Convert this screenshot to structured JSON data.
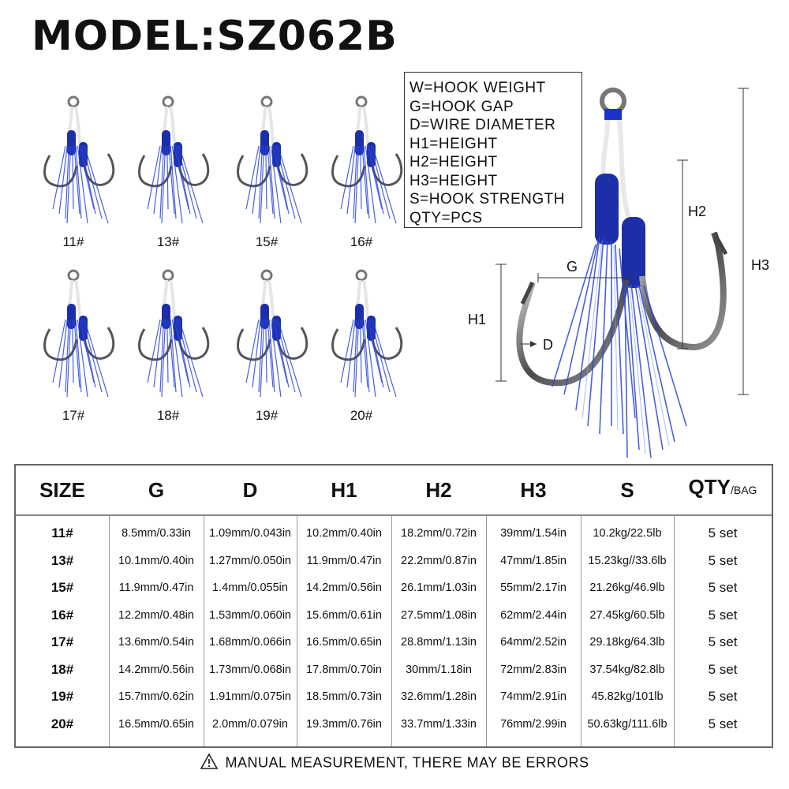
{
  "title": "MODEL:SZ062B",
  "hook_sizes": [
    "11#",
    "13#",
    "15#",
    "16#",
    "17#",
    "18#",
    "19#",
    "20#"
  ],
  "legend": [
    "W=HOOK WEIGHT",
    "G=HOOK GAP",
    "D=WIRE DIAMETER",
    "H1=HEIGHT",
    "H2=HEIGHT",
    "H3=HEIGHT",
    "S=HOOK STRENGTH",
    "QTY=PCS"
  ],
  "diagram_labels": {
    "g": "G",
    "d": "D",
    "h1": "H1",
    "h2": "H2",
    "h3": "H3"
  },
  "colors": {
    "tinsel": "#1a33c8",
    "steel": "#555555",
    "border": "#666666"
  },
  "table": {
    "headers": {
      "size": "SIZE",
      "g": "G",
      "d": "D",
      "h1": "H1",
      "h2": "H2",
      "h3": "H3",
      "s": "S",
      "qty": "QTY",
      "qty_unit": "/BAG"
    },
    "rows": [
      {
        "size": "11#",
        "g": "8.5mm/0.33in",
        "d": "1.09mm/0.043in",
        "h1": "10.2mm/0.40in",
        "h2": "18.2mm/0.72in",
        "h3": "39mm/1.54in",
        "s": "10.2kg/22.5lb",
        "qty": "5 set"
      },
      {
        "size": "13#",
        "g": "10.1mm/0.40in",
        "d": "1.27mm/0.050in",
        "h1": "11.9mm/0.47in",
        "h2": "22.2mm/0.87in",
        "h3": "47mm/1.85in",
        "s": "15.23kg//33.6lb",
        "qty": "5 set"
      },
      {
        "size": "15#",
        "g": "11.9mm/0.47in",
        "d": "1.4mm/0.055in",
        "h1": "14.2mm/0.56in",
        "h2": "26.1mm/1.03in",
        "h3": "55mm/2.17in",
        "s": "21.26kg/46.9lb",
        "qty": "5 set"
      },
      {
        "size": "16#",
        "g": "12.2mm/0.48in",
        "d": "1.53mm/0.060in",
        "h1": "15.6mm/0.61in",
        "h2": "27.5mm/1.08in",
        "h3": "62mm/2.44in",
        "s": "27.45kg/60.5lb",
        "qty": "5 set"
      },
      {
        "size": "17#",
        "g": "13.6mm/0.54in",
        "d": "1.68mm/0.066in",
        "h1": "16.5mm/0.65in",
        "h2": "28.8mm/1.13in",
        "h3": "64mm/2.52in",
        "s": "29.18kg/64.3lb",
        "qty": "5 set"
      },
      {
        "size": "18#",
        "g": "14.2mm/0.56in",
        "d": "1.73mm/0.068in",
        "h1": "17.8mm/0.70in",
        "h2": "30mm/1.18in",
        "h3": "72mm/2.83in",
        "s": "37.54kg/82.8lb",
        "qty": "5 set"
      },
      {
        "size": "19#",
        "g": "15.7mm/0.62in",
        "d": "1.91mm/0.075in",
        "h1": "18.5mm/0.73in",
        "h2": "32.6mm/1.28in",
        "h3": "74mm/2.91in",
        "s": "45.82kg/101lb",
        "qty": "5 set"
      },
      {
        "size": "20#",
        "g": "16.5mm/0.65in",
        "d": "2.0mm/0.079in",
        "h1": "19.3mm/0.76in",
        "h2": "33.7mm/1.33in",
        "h3": "76mm/2.99in",
        "s": "50.63kg/111.6lb",
        "qty": "5 set"
      }
    ]
  },
  "footer": "MANUAL MEASUREMENT, THERE MAY BE ERRORS",
  "icons": {
    "footer_icon": "warning-triangle-icon"
  }
}
